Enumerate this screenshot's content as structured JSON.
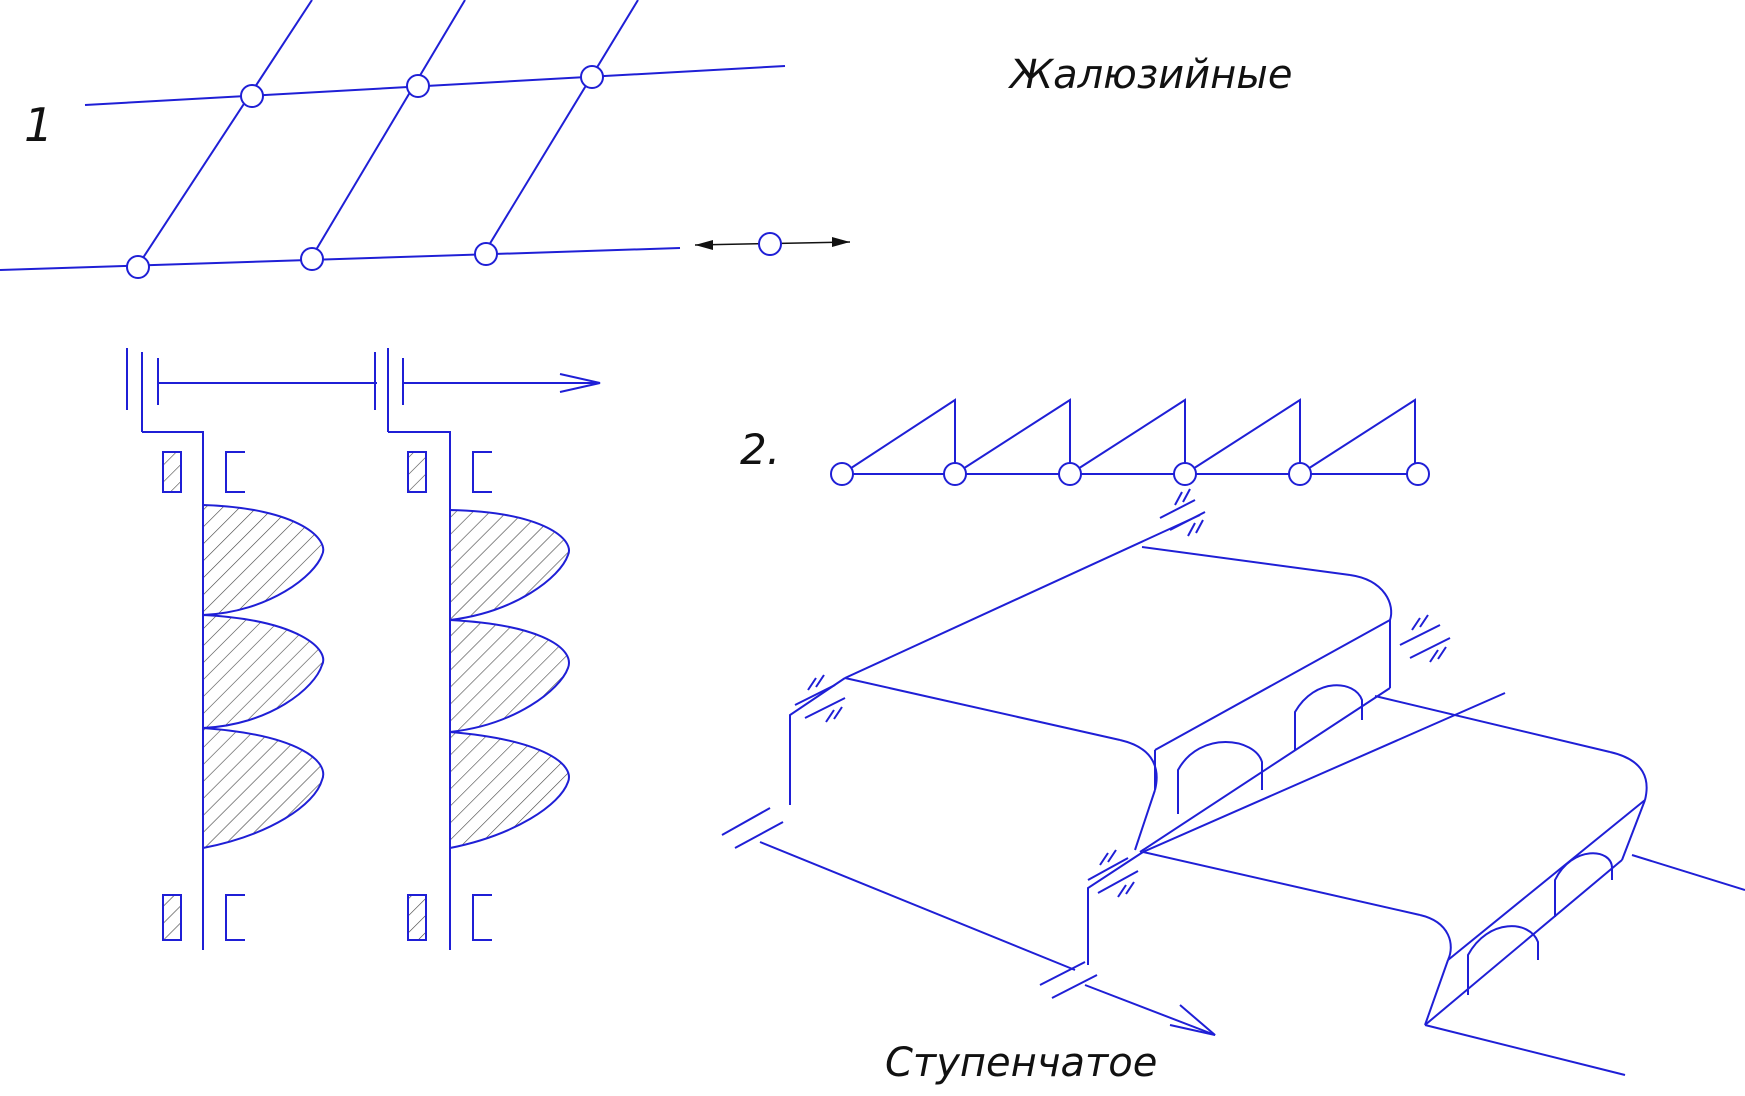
{
  "labels": {
    "fig1_number": "1",
    "fig1_title": "Жалюзийные",
    "fig2_number": "2.",
    "fig2_title": "Ступенчатое"
  },
  "colors": {
    "line": "#1f1fd6",
    "text": "#111111",
    "hatch": "#444444",
    "background": "#ffffff"
  }
}
